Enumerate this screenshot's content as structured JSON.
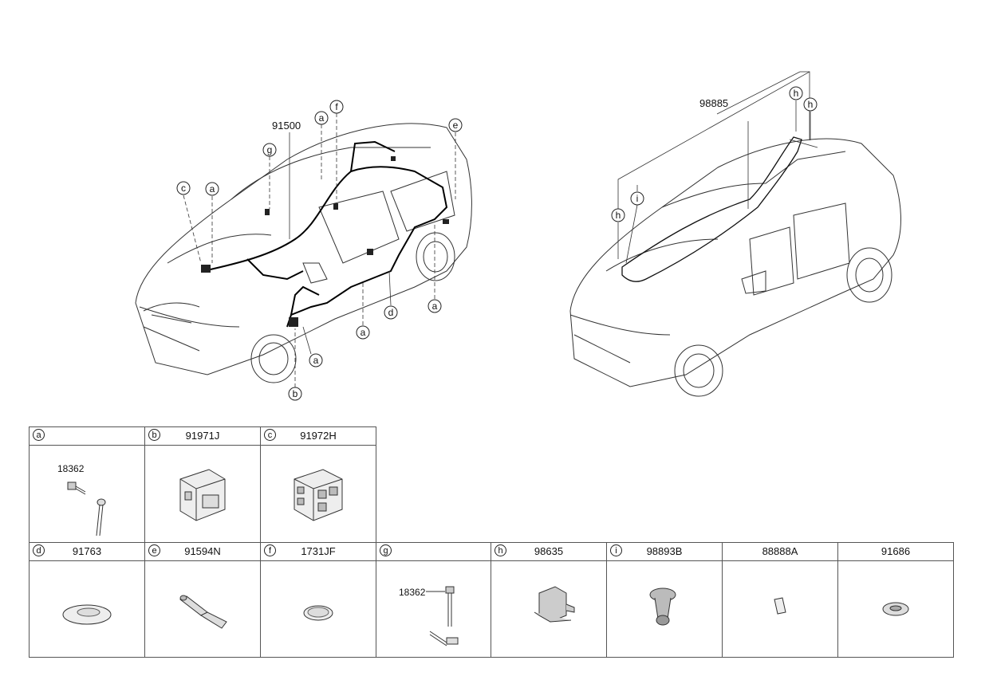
{
  "left_car": {
    "harness_part": "91500",
    "callouts": [
      "c",
      "a",
      "g",
      "a",
      "f",
      "e",
      "a",
      "a",
      "d",
      "a",
      "b"
    ]
  },
  "right_car": {
    "main_part": "98885",
    "callouts": [
      "h",
      "h",
      "i",
      "h"
    ]
  },
  "parts": [
    {
      "letter": "a",
      "part_number": "",
      "sub_part": "18362"
    },
    {
      "letter": "b",
      "part_number": "91971J"
    },
    {
      "letter": "c",
      "part_number": "91972H"
    },
    {
      "letter": "d",
      "part_number": "91763"
    },
    {
      "letter": "e",
      "part_number": "91594N"
    },
    {
      "letter": "f",
      "part_number": "1731JF"
    },
    {
      "letter": "g",
      "part_number": "",
      "sub_part": "18362"
    },
    {
      "letter": "h",
      "part_number": "98635"
    },
    {
      "letter": "i",
      "part_number": "98893B"
    },
    {
      "letter": "",
      "part_number": "88888A"
    },
    {
      "letter": "",
      "part_number": "91686"
    }
  ]
}
